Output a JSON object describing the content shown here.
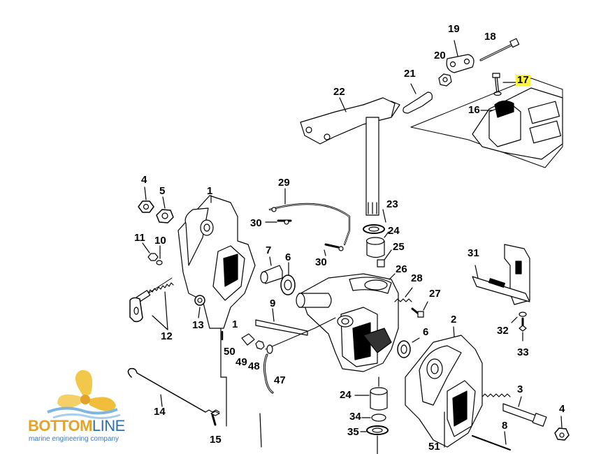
{
  "callouts": [
    {
      "id": "19",
      "text": "19"
    },
    {
      "id": "18",
      "text": "18"
    },
    {
      "id": "20",
      "text": "20"
    },
    {
      "id": "21",
      "text": "21"
    },
    {
      "id": "17",
      "text": "17",
      "highlight": true
    },
    {
      "id": "22",
      "text": "22"
    },
    {
      "id": "16",
      "text": "16"
    },
    {
      "id": "4a",
      "text": "4"
    },
    {
      "id": "5",
      "text": "5"
    },
    {
      "id": "1a",
      "text": "1"
    },
    {
      "id": "29",
      "text": "29"
    },
    {
      "id": "23",
      "text": "23"
    },
    {
      "id": "30a",
      "text": "30"
    },
    {
      "id": "24a",
      "text": "24"
    },
    {
      "id": "11",
      "text": "11"
    },
    {
      "id": "10",
      "text": "10"
    },
    {
      "id": "7",
      "text": "7"
    },
    {
      "id": "6a",
      "text": "6"
    },
    {
      "id": "25",
      "text": "25"
    },
    {
      "id": "30b",
      "text": "30"
    },
    {
      "id": "31",
      "text": "31"
    },
    {
      "id": "26",
      "text": "26"
    },
    {
      "id": "28",
      "text": "28"
    },
    {
      "id": "27",
      "text": "27"
    },
    {
      "id": "9",
      "text": "9"
    },
    {
      "id": "12",
      "text": "12"
    },
    {
      "id": "13",
      "text": "13"
    },
    {
      "id": "1b",
      "text": "1"
    },
    {
      "id": "2",
      "text": "2"
    },
    {
      "id": "32",
      "text": "32"
    },
    {
      "id": "6b",
      "text": "6"
    },
    {
      "id": "50",
      "text": "50"
    },
    {
      "id": "33",
      "text": "33"
    },
    {
      "id": "49",
      "text": "49"
    },
    {
      "id": "48",
      "text": "48"
    },
    {
      "id": "47",
      "text": "47"
    },
    {
      "id": "3",
      "text": "3"
    },
    {
      "id": "24b",
      "text": "24"
    },
    {
      "id": "14",
      "text": "14"
    },
    {
      "id": "4b",
      "text": "4"
    },
    {
      "id": "34",
      "text": "34"
    },
    {
      "id": "8",
      "text": "8"
    },
    {
      "id": "15",
      "text": "15"
    },
    {
      "id": "35",
      "text": "35"
    },
    {
      "id": "51",
      "text": "51"
    }
  ],
  "logo": {
    "name_part1": "BOTTOM",
    "name_part2": "LINE",
    "tagline": "marine engineering company",
    "icon": "propeller-icon",
    "colors": {
      "gold": "#e2a32b",
      "blue": "#2d6fb0",
      "wave": "#7fb6e0",
      "highlight": "#fdf23c"
    }
  }
}
